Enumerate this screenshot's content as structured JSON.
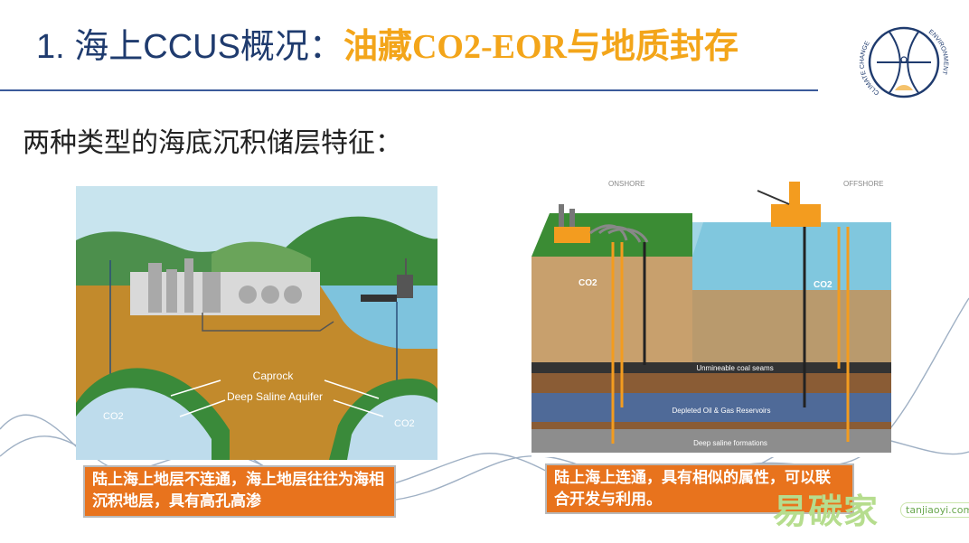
{
  "slide": {
    "title_prefix": "1. 海上CCUS概况：",
    "title_highlight": "油藏CO2-EOR与地质封存",
    "subtitle": "两种类型的海底沉积储层特征：",
    "logo_text_left": "CLIMATE CHANGE",
    "logo_text_right": "ENVIRONMENT"
  },
  "left_figure": {
    "label_caprock": "Caprock",
    "label_aquifer": "Deep Saline Aquifer",
    "label_co2_left": "CO2",
    "label_co2_right": "CO2",
    "caption": "陆上海上地层不连通，海上地层往往为海相沉积地层，具有高孔高渗"
  },
  "right_figure": {
    "label_onshore": "ONSHORE",
    "label_offshore": "OFFSHORE",
    "label_co2_left": "CO2",
    "label_co2_right": "CO2",
    "layer_coal": "Unmineable coal seams",
    "layer_oil": "Depleted Oil & Gas Reservoirs",
    "layer_saline": "Deep saline formations",
    "caption": "陆上海上连通，具有相似的属性，可以联合开发与利用。"
  },
  "watermark": {
    "text": "易碳家",
    "url": "tanjiaoyi.com"
  },
  "colors": {
    "title_blue": "#1f3b6e",
    "title_orange": "#f3a51a",
    "caption_orange": "#e8731d"
  }
}
